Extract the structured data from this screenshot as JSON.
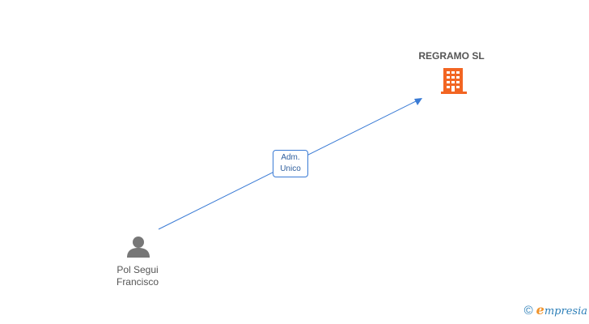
{
  "company": {
    "name": "REGRAMO SL",
    "icon": "building-icon",
    "color": "#f26522"
  },
  "person": {
    "name_line1": "Pol Segui",
    "name_line2": "Francisco",
    "icon": "person-icon",
    "color": "#777777"
  },
  "relation": {
    "line1": "Adm.",
    "line2": "Unico",
    "edge_color": "#3a7bd5"
  },
  "watermark": {
    "symbol": "©",
    "brand_first": "e",
    "brand_rest": "mpresia"
  }
}
